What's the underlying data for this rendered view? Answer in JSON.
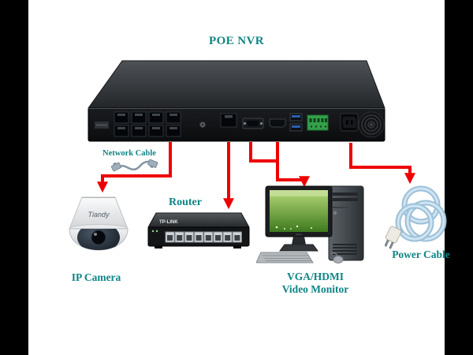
{
  "title": "POE NVR",
  "labels": {
    "network_cable": "Network Cable",
    "router": "Router",
    "ip_camera": "IP Camera",
    "video_monitor_line1": "VGA/HDMI",
    "video_monitor_line2": "Video Monitor",
    "power_cable": "Power Cable"
  },
  "devices": {
    "camera_brand": "Tiandy",
    "router_brand": "TP-LINK"
  },
  "colors": {
    "label_teal": "#0e8585",
    "arrow_red": "#ee0000",
    "letterbox": "#000000",
    "background": "#ffffff",
    "screen_green": "#4f8f28",
    "power_cable_blue": "#9cc0d8"
  }
}
